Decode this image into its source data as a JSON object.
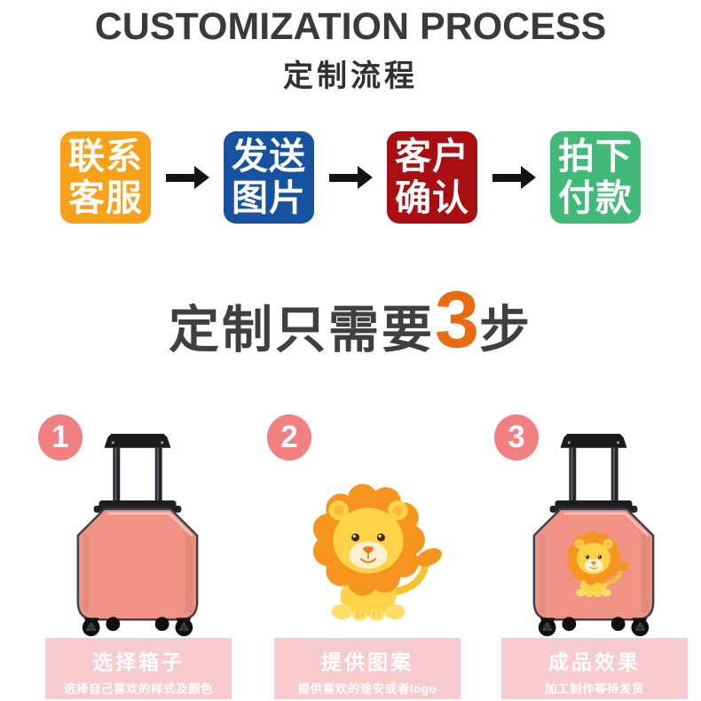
{
  "header": {
    "title_en": "CUSTOMIZATION PROCESS",
    "title_cn": "定制流程"
  },
  "process": {
    "arrow_color": "#141414",
    "steps": [
      {
        "line1": "联系",
        "line2": "客服",
        "color": "#F7A11A"
      },
      {
        "line1": "发送",
        "line2": "图片",
        "color": "#16529F"
      },
      {
        "line1": "客户",
        "line2": "确认",
        "color": "#A90E12"
      },
      {
        "line1": "拍下",
        "line2": "付款",
        "color": "#41B977"
      }
    ]
  },
  "headline": {
    "prefix": "定制只需要",
    "number": "3",
    "suffix": "步",
    "text_color": "#3F3F3F",
    "number_color": "#E96A10"
  },
  "steps": [
    {
      "number": "1",
      "title": "选择箱子",
      "subtitle": "选择自己喜欢的样式及颜色",
      "graphic": "pink-suitcase"
    },
    {
      "number": "2",
      "title": "提供图案",
      "subtitle": "提供喜欢的途安或者logo",
      "graphic": "lion-cartoon"
    },
    {
      "number": "3",
      "title": "成品效果",
      "subtitle": "加工制作等待发货",
      "graphic": "pink-suitcase-with-lion-print"
    }
  ],
  "colors": {
    "badge": "#F28080",
    "card_bg": "#F8CBCF",
    "card_text": "#FFFFFF",
    "suitcase_body": "#F09384",
    "lion_mane": "#F7941E",
    "lion_body": "#FFD348"
  }
}
